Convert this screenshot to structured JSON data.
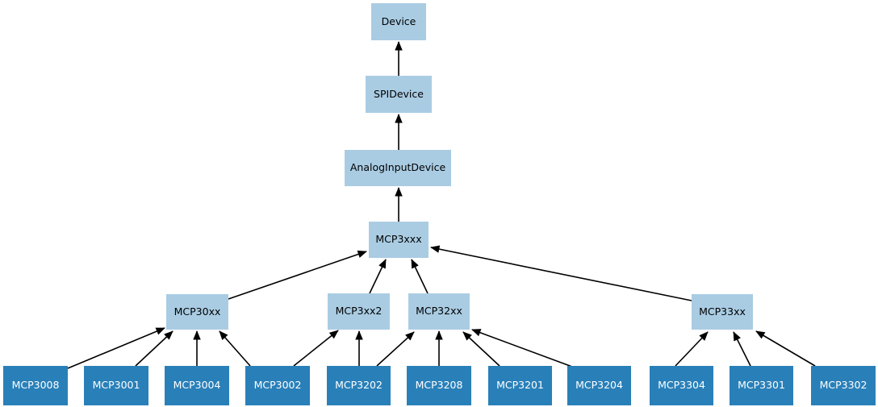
{
  "diagram": {
    "kind": "class-inheritance-diagram",
    "colors": {
      "background": "#ffffff",
      "base_node_fill": "#a9cce3",
      "base_node_text": "#000000",
      "leaf_node_fill": "#2980b9",
      "leaf_node_text": "#ffffff",
      "edge": "#000000"
    },
    "nodes": {
      "device": {
        "label": "Device",
        "kind": "base"
      },
      "spidevice": {
        "label": "SPIDevice",
        "kind": "base"
      },
      "analoginputdevice": {
        "label": "AnalogInputDevice",
        "kind": "base"
      },
      "mcp3xxx": {
        "label": "MCP3xxx",
        "kind": "base"
      },
      "mcp30xx": {
        "label": "MCP30xx",
        "kind": "base"
      },
      "mcp3xx2": {
        "label": "MCP3xx2",
        "kind": "base"
      },
      "mcp32xx": {
        "label": "MCP32xx",
        "kind": "base"
      },
      "mcp33xx": {
        "label": "MCP33xx",
        "kind": "base"
      },
      "mcp3008": {
        "label": "MCP3008",
        "kind": "leaf"
      },
      "mcp3001": {
        "label": "MCP3001",
        "kind": "leaf"
      },
      "mcp3004": {
        "label": "MCP3004",
        "kind": "leaf"
      },
      "mcp3002": {
        "label": "MCP3002",
        "kind": "leaf"
      },
      "mcp3202": {
        "label": "MCP3202",
        "kind": "leaf"
      },
      "mcp3208": {
        "label": "MCP3208",
        "kind": "leaf"
      },
      "mcp3201": {
        "label": "MCP3201",
        "kind": "leaf"
      },
      "mcp3204": {
        "label": "MCP3204",
        "kind": "leaf"
      },
      "mcp3304": {
        "label": "MCP3304",
        "kind": "leaf"
      },
      "mcp3301": {
        "label": "MCP3301",
        "kind": "leaf"
      },
      "mcp3302": {
        "label": "MCP3302",
        "kind": "leaf"
      }
    },
    "edges": [
      {
        "from": "SPIDevice",
        "to": "Device"
      },
      {
        "from": "AnalogInputDevice",
        "to": "SPIDevice"
      },
      {
        "from": "MCP3xxx",
        "to": "AnalogInputDevice"
      },
      {
        "from": "MCP30xx",
        "to": "MCP3xxx"
      },
      {
        "from": "MCP3xx2",
        "to": "MCP3xxx"
      },
      {
        "from": "MCP32xx",
        "to": "MCP3xxx"
      },
      {
        "from": "MCP33xx",
        "to": "MCP3xxx"
      },
      {
        "from": "MCP3008",
        "to": "MCP30xx"
      },
      {
        "from": "MCP3001",
        "to": "MCP30xx"
      },
      {
        "from": "MCP3004",
        "to": "MCP30xx"
      },
      {
        "from": "MCP3002",
        "to": "MCP30xx"
      },
      {
        "from": "MCP3002",
        "to": "MCP3xx2"
      },
      {
        "from": "MCP3202",
        "to": "MCP3xx2"
      },
      {
        "from": "MCP3202",
        "to": "MCP32xx"
      },
      {
        "from": "MCP3208",
        "to": "MCP32xx"
      },
      {
        "from": "MCP3201",
        "to": "MCP32xx"
      },
      {
        "from": "MCP3204",
        "to": "MCP32xx"
      },
      {
        "from": "MCP3304",
        "to": "MCP33xx"
      },
      {
        "from": "MCP3301",
        "to": "MCP33xx"
      },
      {
        "from": "MCP3302",
        "to": "MCP33xx"
      }
    ]
  }
}
